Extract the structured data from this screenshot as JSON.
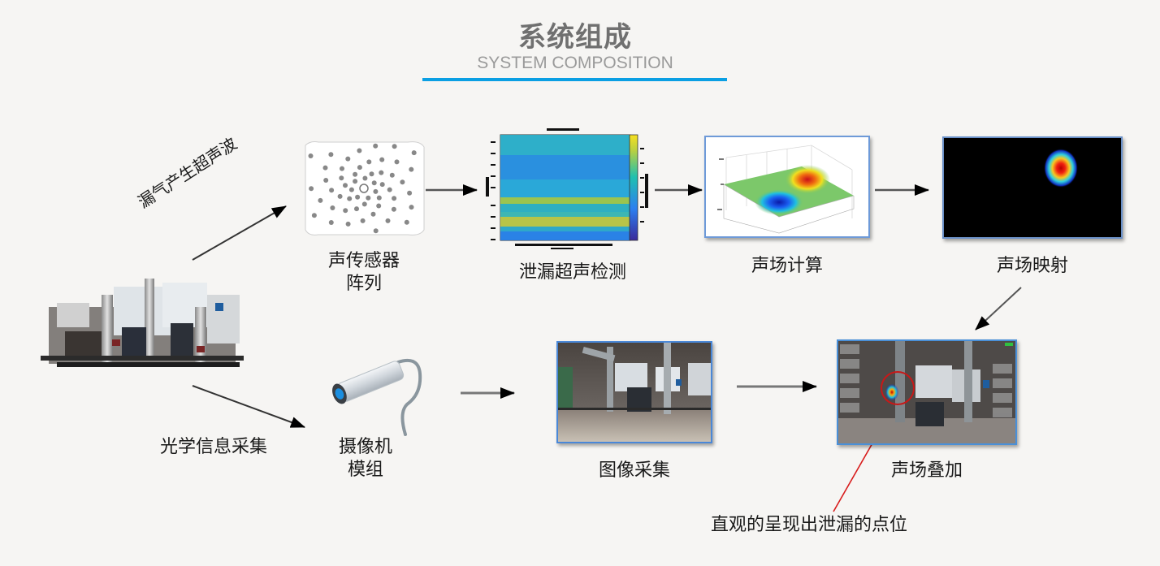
{
  "header": {
    "title": "系统组成",
    "subtitle": "SYSTEM COMPOSITION",
    "accent_color": "#0b9fe3"
  },
  "nodes": {
    "source": {
      "label": "",
      "icon": "industrial-equipment-photo"
    },
    "ultrasound_edge": {
      "label": "漏气产生超声波"
    },
    "optical_edge": {
      "label": "光学信息采集"
    },
    "sensor_array": {
      "label_line1": "声传感器",
      "label_line2": "阵列",
      "icon": "microphone-array-icon"
    },
    "leak_detection": {
      "label": "泄漏超声检测",
      "icon": "spectrogram-plot"
    },
    "field_calc": {
      "label": "声场计算",
      "icon": "3d-surface-plot"
    },
    "field_mapping": {
      "label": "声场映射",
      "icon": "heatmap-blob"
    },
    "camera": {
      "label_line1": "摄像机",
      "label_line2": "模组",
      "icon": "camera-icon"
    },
    "image_capture": {
      "label": "图像采集",
      "icon": "factory-photo"
    },
    "field_overlay": {
      "label": "声场叠加",
      "icon": "overlay-photo"
    }
  },
  "annotation": {
    "text": "直观的呈现出泄漏的点位",
    "color": "#e02424"
  },
  "flow": [
    "source → 声传感器阵列",
    "声传感器阵列 → 泄漏超声检测",
    "泄漏超声检测 → 声场计算",
    "声场计算 → 声场映射",
    "声场映射 → 声场叠加",
    "source → 摄像机模组",
    "摄像机模组 → 图像采集",
    "图像采集 → 声场叠加"
  ]
}
